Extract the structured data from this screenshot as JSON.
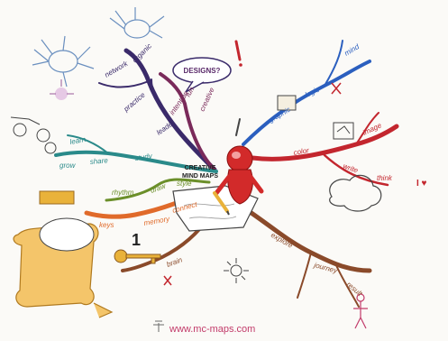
{
  "central": {
    "title_line1": "CREATIVE",
    "title_line2": "MIND MAPS"
  },
  "bubble": {
    "text": "DESIGNS?"
  },
  "number_label": "1",
  "heart_label": "I ♥",
  "footer": {
    "url": "www.mc-maps.com"
  },
  "branches": [
    {
      "color": "#3a2a6a",
      "labels": [
        "network",
        "practice",
        "organic",
        "leader"
      ]
    },
    {
      "color": "#7a2a5a",
      "labels": [
        "intention",
        "fun",
        "creative"
      ]
    },
    {
      "color": "#2a8a8a",
      "labels": [
        "learn",
        "share",
        "study",
        "grow"
      ]
    },
    {
      "color": "#c3262e",
      "labels": [
        "color",
        "write",
        "image",
        "think"
      ]
    },
    {
      "color": "#2b5fbf",
      "labels": [
        "graphic",
        "logic",
        "mind"
      ]
    },
    {
      "color": "#e06a2a",
      "labels": [
        "memory",
        "keys",
        "connect"
      ]
    },
    {
      "color": "#6b8f2a",
      "labels": [
        "rhythm",
        "draw",
        "style"
      ]
    },
    {
      "color": "#8a4a2a",
      "labels": [
        "explore",
        "journey",
        "result",
        "brain"
      ]
    }
  ]
}
